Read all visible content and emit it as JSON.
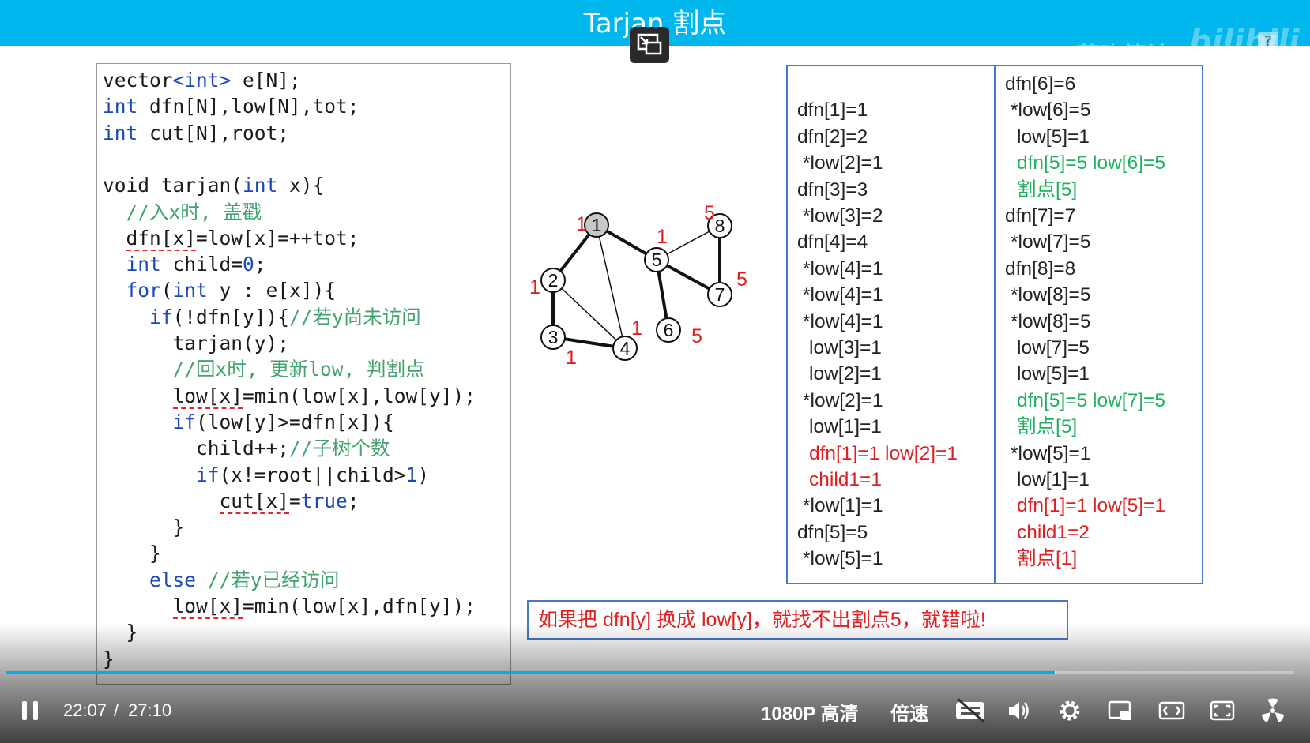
{
  "slide": {
    "title": "Tarjan 割点",
    "watermark": "蓝晓算法",
    "watermark_logo": "bilibili",
    "help_label": "?"
  },
  "code_lines": [
    [
      "vector",
      {
        "t": "<int>",
        "c": "kw"
      },
      " e[N];"
    ],
    [
      {
        "t": "int",
        "c": "kw"
      },
      " dfn[N],low[N],tot;"
    ],
    [
      {
        "t": "int",
        "c": "kw"
      },
      " cut[N],root;"
    ],
    [
      ""
    ],
    [
      "void tarjan(",
      {
        "t": "int",
        "c": "kw"
      },
      " x){"
    ],
    [
      {
        "t": "  //入x时, 盖戳",
        "c": "cmt"
      }
    ],
    [
      "  ",
      {
        "t": "dfn[x]",
        "c": "err"
      },
      "=low[x]=++tot;"
    ],
    [
      "  ",
      {
        "t": "int",
        "c": "kw"
      },
      " child=",
      {
        "t": "0",
        "c": "num"
      },
      ";"
    ],
    [
      "  ",
      {
        "t": "for",
        "c": "kw"
      },
      "(",
      {
        "t": "int",
        "c": "kw"
      },
      " y : e[x]){"
    ],
    [
      "    ",
      {
        "t": "if",
        "c": "kw"
      },
      "(!dfn[y]){",
      {
        "t": "//若y尚未访问",
        "c": "cmt"
      }
    ],
    [
      "      tarjan(y);"
    ],
    [
      {
        "t": "      //回x时, 更新low, 判割点",
        "c": "cmt"
      }
    ],
    [
      "      ",
      {
        "t": "low[x]",
        "c": "err"
      },
      "=min(low[x],low[y]);"
    ],
    [
      "      ",
      {
        "t": "if",
        "c": "kw"
      },
      "(low[y]>=dfn[x]){"
    ],
    [
      "        child++;",
      {
        "t": "//子树个数",
        "c": "cmt"
      }
    ],
    [
      "        ",
      {
        "t": "if",
        "c": "kw"
      },
      "(x!=root||child>",
      {
        "t": "1",
        "c": "num"
      },
      ")"
    ],
    [
      "          ",
      {
        "t": "cut[x]",
        "c": "err"
      },
      "=",
      {
        "t": "true",
        "c": "kw"
      },
      ";"
    ],
    [
      "      }"
    ],
    [
      "    }"
    ],
    [
      "    ",
      {
        "t": "else",
        "c": "kw"
      },
      " ",
      {
        "t": "//若y已经访问",
        "c": "cmt"
      }
    ],
    [
      "      ",
      {
        "t": "low[x]",
        "c": "err"
      },
      "=min(low[x],dfn[y]);"
    ],
    [
      "  }"
    ],
    [
      "}"
    ]
  ],
  "graph": {
    "nodes": [
      {
        "id": "1",
        "label": "1",
        "low": "1",
        "highlight": true
      },
      {
        "id": "2",
        "label": "2",
        "low": "1"
      },
      {
        "id": "3",
        "label": "3",
        "low": "1"
      },
      {
        "id": "4",
        "label": "4",
        "low": "1"
      },
      {
        "id": "5",
        "label": "5",
        "low": "1"
      },
      {
        "id": "6",
        "label": "6",
        "low": "5"
      },
      {
        "id": "7",
        "label": "7",
        "low": "5"
      },
      {
        "id": "8",
        "label": "8",
        "low": "5"
      }
    ],
    "edges": [
      {
        "a": "1",
        "b": "2",
        "tree": true
      },
      {
        "a": "2",
        "b": "3",
        "tree": true
      },
      {
        "a": "3",
        "b": "4",
        "tree": true
      },
      {
        "a": "2",
        "b": "4",
        "tree": false
      },
      {
        "a": "1",
        "b": "4",
        "tree": false
      },
      {
        "a": "1",
        "b": "5",
        "tree": true
      },
      {
        "a": "5",
        "b": "6",
        "tree": true
      },
      {
        "a": "5",
        "b": "7",
        "tree": true
      },
      {
        "a": "7",
        "b": "8",
        "tree": true
      },
      {
        "a": "5",
        "b": "8",
        "tree": false
      }
    ],
    "label_color": "#e02020"
  },
  "trace_left": [
    {
      "text": "",
      "indent": 0,
      "color": "#222222"
    },
    {
      "text": "dfn[1]=1",
      "indent": 0,
      "color": "#222222"
    },
    {
      "text": "dfn[2]=2",
      "indent": 0,
      "color": "#222222"
    },
    {
      "text": "*low[2]=1",
      "indent": 1,
      "color": "#222222"
    },
    {
      "text": "dfn[3]=3",
      "indent": 0,
      "color": "#222222"
    },
    {
      "text": "*low[3]=2",
      "indent": 1,
      "color": "#222222"
    },
    {
      "text": "dfn[4]=4",
      "indent": 0,
      "color": "#222222"
    },
    {
      "text": "*low[4]=1",
      "indent": 1,
      "color": "#222222"
    },
    {
      "text": "*low[4]=1",
      "indent": 1,
      "color": "#222222"
    },
    {
      "text": "*low[4]=1",
      "indent": 1,
      "color": "#222222"
    },
    {
      "text": "low[3]=1",
      "indent": 2,
      "color": "#222222"
    },
    {
      "text": "low[2]=1",
      "indent": 2,
      "color": "#222222"
    },
    {
      "text": "*low[2]=1",
      "indent": 1,
      "color": "#222222"
    },
    {
      "text": "low[1]=1",
      "indent": 2,
      "color": "#222222"
    },
    {
      "text": "dfn[1]=1 low[2]=1",
      "indent": 2,
      "color": "#e02020"
    },
    {
      "text": "child1=1",
      "indent": 2,
      "color": "#e02020"
    },
    {
      "text": "*low[1]=1",
      "indent": 1,
      "color": "#222222"
    },
    {
      "text": "dfn[5]=5",
      "indent": 0,
      "color": "#222222"
    },
    {
      "text": "*low[5]=1",
      "indent": 1,
      "color": "#222222"
    }
  ],
  "trace_right": [
    {
      "text": "dfn[6]=6",
      "indent": 0,
      "color": "#222222"
    },
    {
      "text": "*low[6]=5",
      "indent": 1,
      "color": "#222222"
    },
    {
      "text": "low[5]=1",
      "indent": 2,
      "color": "#222222"
    },
    {
      "text": "dfn[5]=5 low[6]=5",
      "indent": 2,
      "color": "#20b060"
    },
    {
      "text": "割点[5]",
      "indent": 2,
      "color": "#20b060"
    },
    {
      "text": "dfn[7]=7",
      "indent": 0,
      "color": "#222222"
    },
    {
      "text": "*low[7]=5",
      "indent": 1,
      "color": "#222222"
    },
    {
      "text": "dfn[8]=8",
      "indent": 0,
      "color": "#222222"
    },
    {
      "text": "*low[8]=5",
      "indent": 1,
      "color": "#222222"
    },
    {
      "text": "*low[8]=5",
      "indent": 1,
      "color": "#222222"
    },
    {
      "text": "low[7]=5",
      "indent": 2,
      "color": "#222222"
    },
    {
      "text": "low[5]=1",
      "indent": 2,
      "color": "#222222"
    },
    {
      "text": "dfn[5]=5 low[7]=5",
      "indent": 2,
      "color": "#20b060"
    },
    {
      "text": "割点[5]",
      "indent": 2,
      "color": "#20b060"
    },
    {
      "text": "*low[5]=1",
      "indent": 1,
      "color": "#222222"
    },
    {
      "text": "low[1]=1",
      "indent": 2,
      "color": "#222222"
    },
    {
      "text": "dfn[1]=1 low[5]=1",
      "indent": 2,
      "color": "#e02020"
    },
    {
      "text": "child1=2",
      "indent": 2,
      "color": "#e02020"
    },
    {
      "text": "割点[1]",
      "indent": 2,
      "color": "#e02020"
    }
  ],
  "note": "如果把 dfn[y] 换成 low[y]，就找不出割点5，就错啦!",
  "player": {
    "current_time": "22:07",
    "separator": "/",
    "duration": "27:10",
    "quality": "1080P 高清",
    "speed": "倍速",
    "progress_fraction": 0.814,
    "buffer_fraction": 0.815,
    "accent_color": "#00aeec",
    "icons": [
      "pause-icon",
      "subtitle-icon",
      "volume-icon",
      "settings-icon",
      "mini-player-icon",
      "widescreen-icon",
      "fullscreen-icon",
      "danmaku-icon"
    ]
  }
}
